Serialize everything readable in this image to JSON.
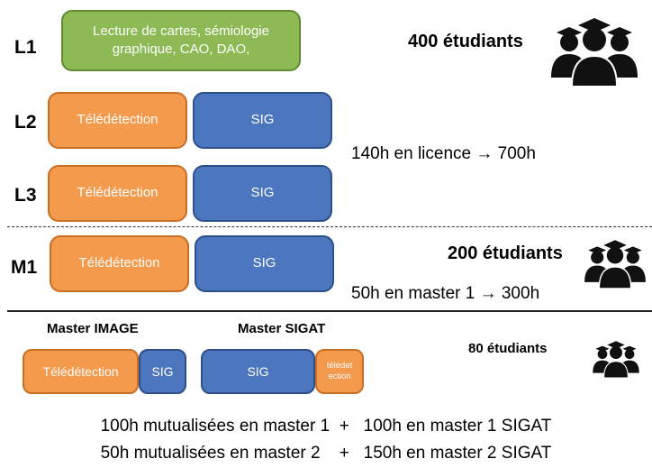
{
  "rows": {
    "l1": {
      "label": "L1",
      "box": "Lecture de cartes, sémiologie graphique, CAO, DAO,"
    },
    "l2": {
      "label": "L2",
      "teledetection": "Télédétection",
      "sig": "SIG"
    },
    "l3": {
      "label": "L3",
      "teledetection": "Télédétection",
      "sig": "SIG"
    },
    "m1": {
      "label": "M1",
      "teledetection": "Télédétection",
      "sig": "SIG"
    }
  },
  "students": {
    "licence": "400 étudiants",
    "m1": "200 étudiants",
    "master2": "80 étudiants"
  },
  "hours": {
    "licence": "140h en licence → 700h",
    "m1": "50h en master 1 → 300h"
  },
  "masters": {
    "image": {
      "title": "Master IMAGE",
      "teledetection": "Télédétection",
      "sig": "SIG"
    },
    "sigat": {
      "title": "Master SIGAT",
      "sig": "SIG",
      "teledetection": "télédet ection"
    }
  },
  "footer": {
    "line1": "100h mutualisées en master 1  +   100h en master 1 SIGAT",
    "line2": "50h mutualisées en master 2    +   150h en master 2 SIGAT"
  },
  "colors": {
    "green": "#8dba55",
    "orange": "#f39a4d",
    "blue": "#4c77be"
  },
  "icons": {
    "students": "group-of-graduates-icon"
  }
}
